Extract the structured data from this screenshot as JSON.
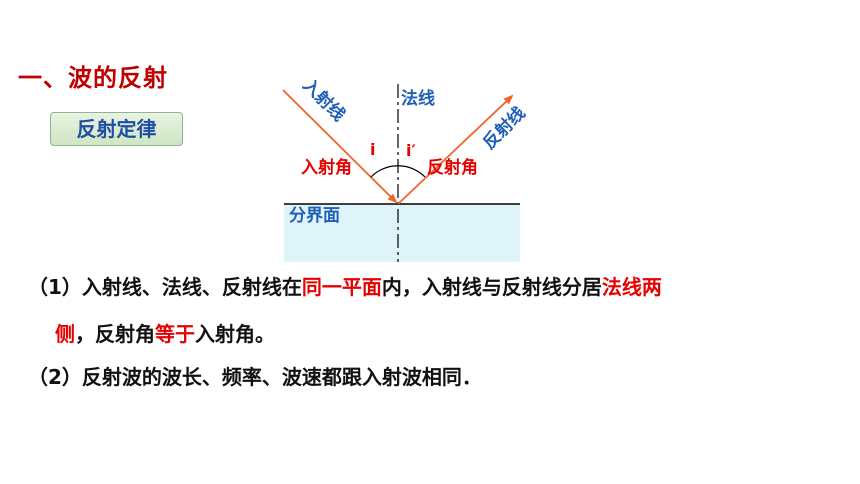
{
  "heading": "一、波的反射",
  "badge": "反射定律",
  "diagram": {
    "normal_label": "法线",
    "incident_label": "入射线",
    "reflected_label": "反射线",
    "incident_angle_label": "入射角",
    "reflected_angle_label": "反射角",
    "interface_label": "分界面",
    "i_symbol": "i",
    "i_prime_symbol": "i′"
  },
  "paragraphs": {
    "p1_line1": [
      {
        "text": "（1）入射线、法线、反射线在",
        "red": false
      },
      {
        "text": "同一平面",
        "red": true
      },
      {
        "text": "内，入射线与反射线分居",
        "red": false
      },
      {
        "text": "法线两",
        "red": true
      }
    ],
    "p1_line2": [
      {
        "text": "侧",
        "red": true
      },
      {
        "text": "，反射角",
        "red": false
      },
      {
        "text": "等于",
        "red": true
      },
      {
        "text": "入射角。",
        "red": false
      }
    ],
    "p2": [
      {
        "text": "（2）反射波的波长、频率、波速都跟入射波相同．",
        "red": false
      }
    ]
  },
  "colors": {
    "red": "#e60000",
    "blue": "#1f5fb8",
    "ray": "#f0642a",
    "water": "#dff4f8"
  }
}
